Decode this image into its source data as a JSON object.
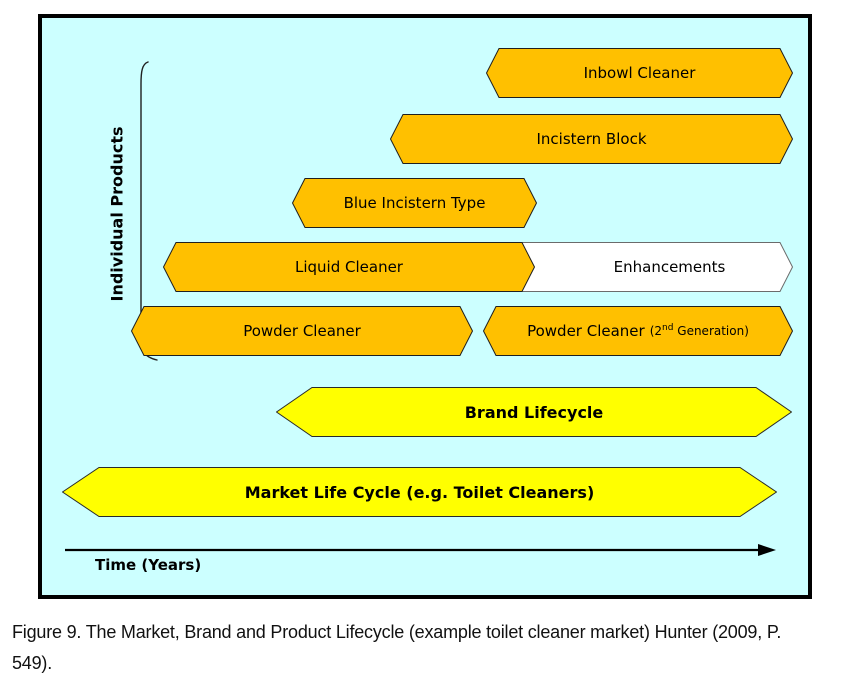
{
  "figure": {
    "y_axis_label": "Individual Products",
    "products": [
      {
        "label": "Inbowl Cleaner"
      },
      {
        "label": "Incistern Block"
      },
      {
        "label": "Blue Incistern Type"
      },
      {
        "label": "Liquid Cleaner"
      },
      {
        "label": "Enhancements"
      },
      {
        "label": "Powder Cleaner"
      },
      {
        "label": "Powder Cleaner",
        "gen_pre": "(2",
        "gen_sup": "nd",
        "gen_post": " Generation)"
      }
    ],
    "brand_lifecycle_label": "Brand Lifecycle",
    "market_lifecycle_label": "Market Life Cycle (e.g. Toilet Cleaners)",
    "time_axis_label": "Time (Years)",
    "colors": {
      "product_fill": "#FFC000",
      "lifecycle_fill": "#FFFF00",
      "enhancement_fill": "#FFFFFF",
      "board_background": "#CCFFFF",
      "outline": "#1f1f1f"
    }
  },
  "caption": {
    "lines": [
      "Figure 9. The Market, Brand and Product Lifecycle (example toilet cleaner market) Hunter (2009, P.",
      "549)."
    ]
  }
}
